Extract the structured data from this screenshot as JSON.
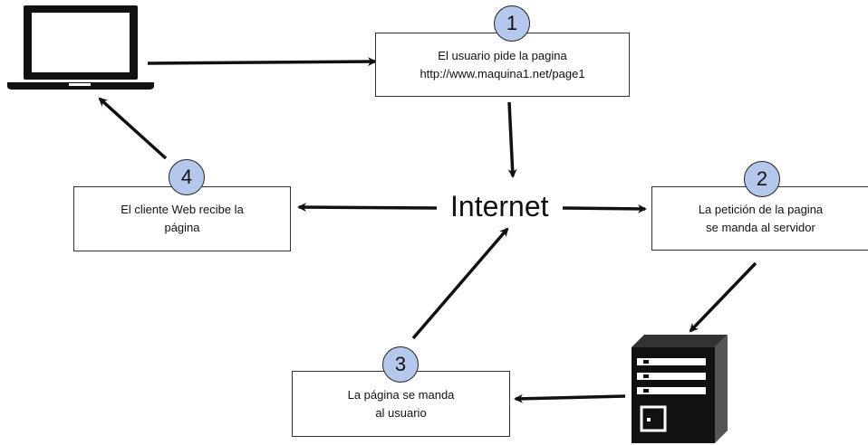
{
  "colors": {
    "badge_fill": "#b5c8ec",
    "stroke": "#111111",
    "box_border": "#333333"
  },
  "center_label": "Internet",
  "steps": [
    {
      "number": "1",
      "lines": [
        "El usuario pide la pagina",
        "http://www.maquina1.net/page1"
      ]
    },
    {
      "number": "2",
      "lines": [
        "La petición de la pagina",
        "se manda al servidor"
      ]
    },
    {
      "number": "3",
      "lines": [
        "La página se manda",
        "al usuario"
      ]
    },
    {
      "number": "4",
      "lines": [
        "El cliente Web recibe la",
        "página"
      ]
    }
  ],
  "icons": [
    "laptop-icon",
    "server-icon"
  ]
}
